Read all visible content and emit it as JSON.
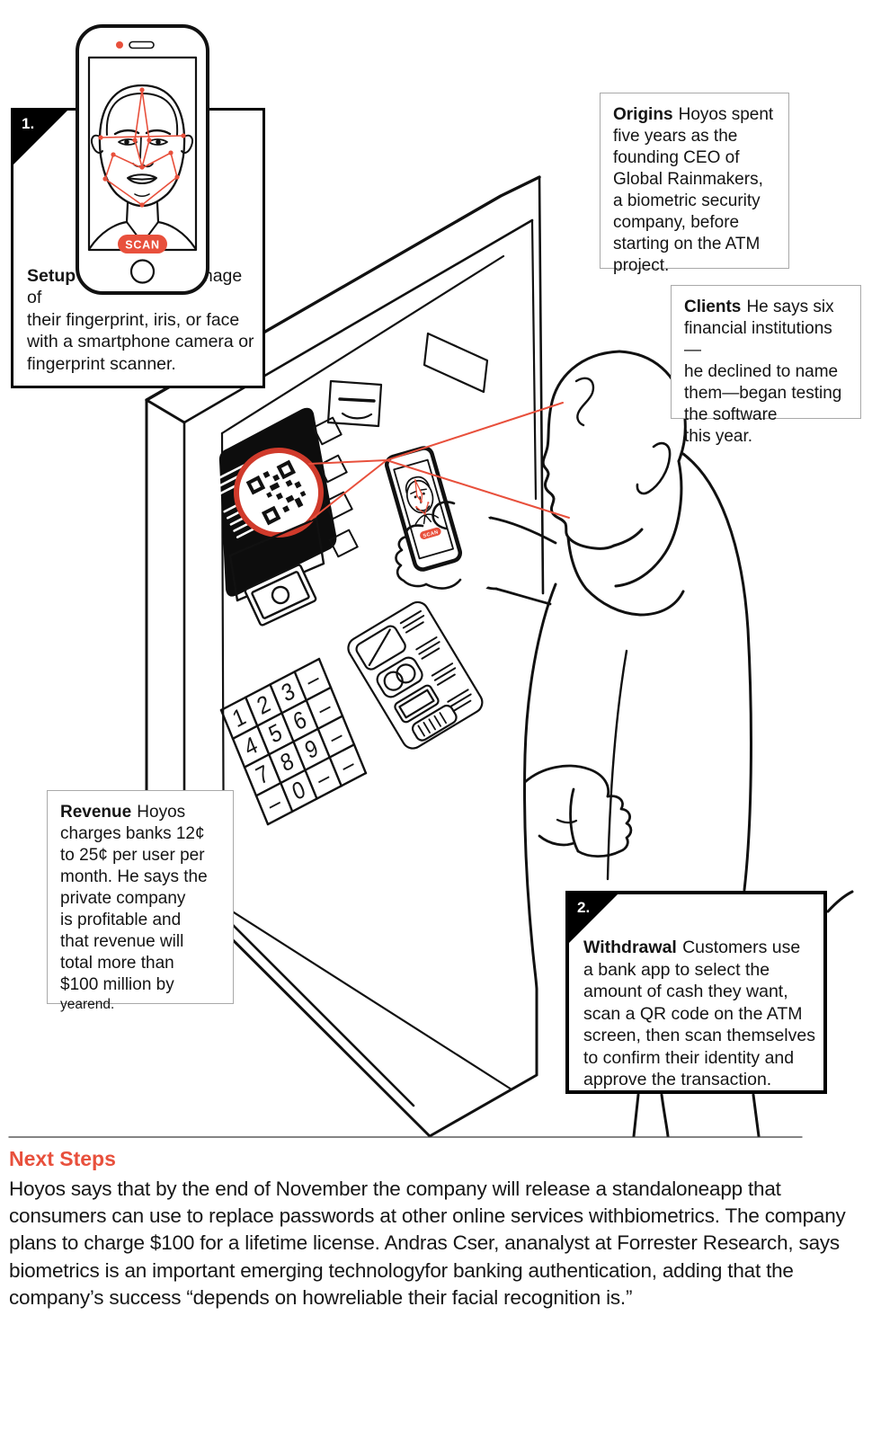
{
  "colors": {
    "accent_red": "#e8503c",
    "qr_ring_red": "#d03a2b",
    "ink": "#111111",
    "box_border_gray": "#a9a9a9"
  },
  "step1": {
    "number": "1.",
    "title": "Setup",
    "lines": [
      "Users take an image of",
      "their fingerprint, iris, or face",
      "with a smartphone camera or",
      "fingerprint scanner."
    ]
  },
  "phone": {
    "scan_button": "SCAN"
  },
  "handheld_phone": {
    "scan_button": "SCAN"
  },
  "origins": {
    "title": "Origins",
    "lines": [
      "Hoyos spent",
      "five years as the",
      "founding CEO of",
      "Global Rainmakers,",
      "a biometric security",
      "company, before",
      "starting on the ATM",
      "project."
    ]
  },
  "clients": {
    "title": "Clients",
    "lines": [
      "He says six",
      "financial institutions—",
      "he declined to name",
      "them—began testing",
      "the software",
      "this year."
    ]
  },
  "revenue": {
    "title": "Revenue",
    "lines": [
      "Hoyos",
      "charges banks 12¢",
      "to 25¢ per user per",
      "month. He says the",
      "private company",
      "is profitable and",
      "that revenue will",
      "total more than",
      "$100 million by"
    ],
    "text_small": "yearend."
  },
  "step2": {
    "number": "2.",
    "title": "Withdrawal",
    "lines": [
      "Customers use",
      "a bank app to select the",
      "amount of cash they want,",
      "scan a QR code on the ATM",
      "screen, then scan themselves",
      "to confirm their identity and",
      "approve the transaction."
    ]
  },
  "atm": {
    "keypad": [
      "1",
      "2",
      "3",
      "–",
      "4",
      "5",
      "6",
      "–",
      "7",
      "8",
      "9",
      "–",
      "–",
      "0",
      "–",
      "–"
    ]
  },
  "next_steps": {
    "heading": "Next Steps",
    "lines": [
      "Hoyos says that by the end of November the company will release a standalone",
      "app that consumers can use to replace passwords at other online services with",
      "biometrics. The company plans to charge $100 for a lifetime license. Andras Cser, an",
      "analyst at Forrester Research, says biometrics is an important emerging technology",
      "for banking authentication, adding that the company’s success “depends on how",
      "reliable their facial recognition is.”"
    ]
  }
}
